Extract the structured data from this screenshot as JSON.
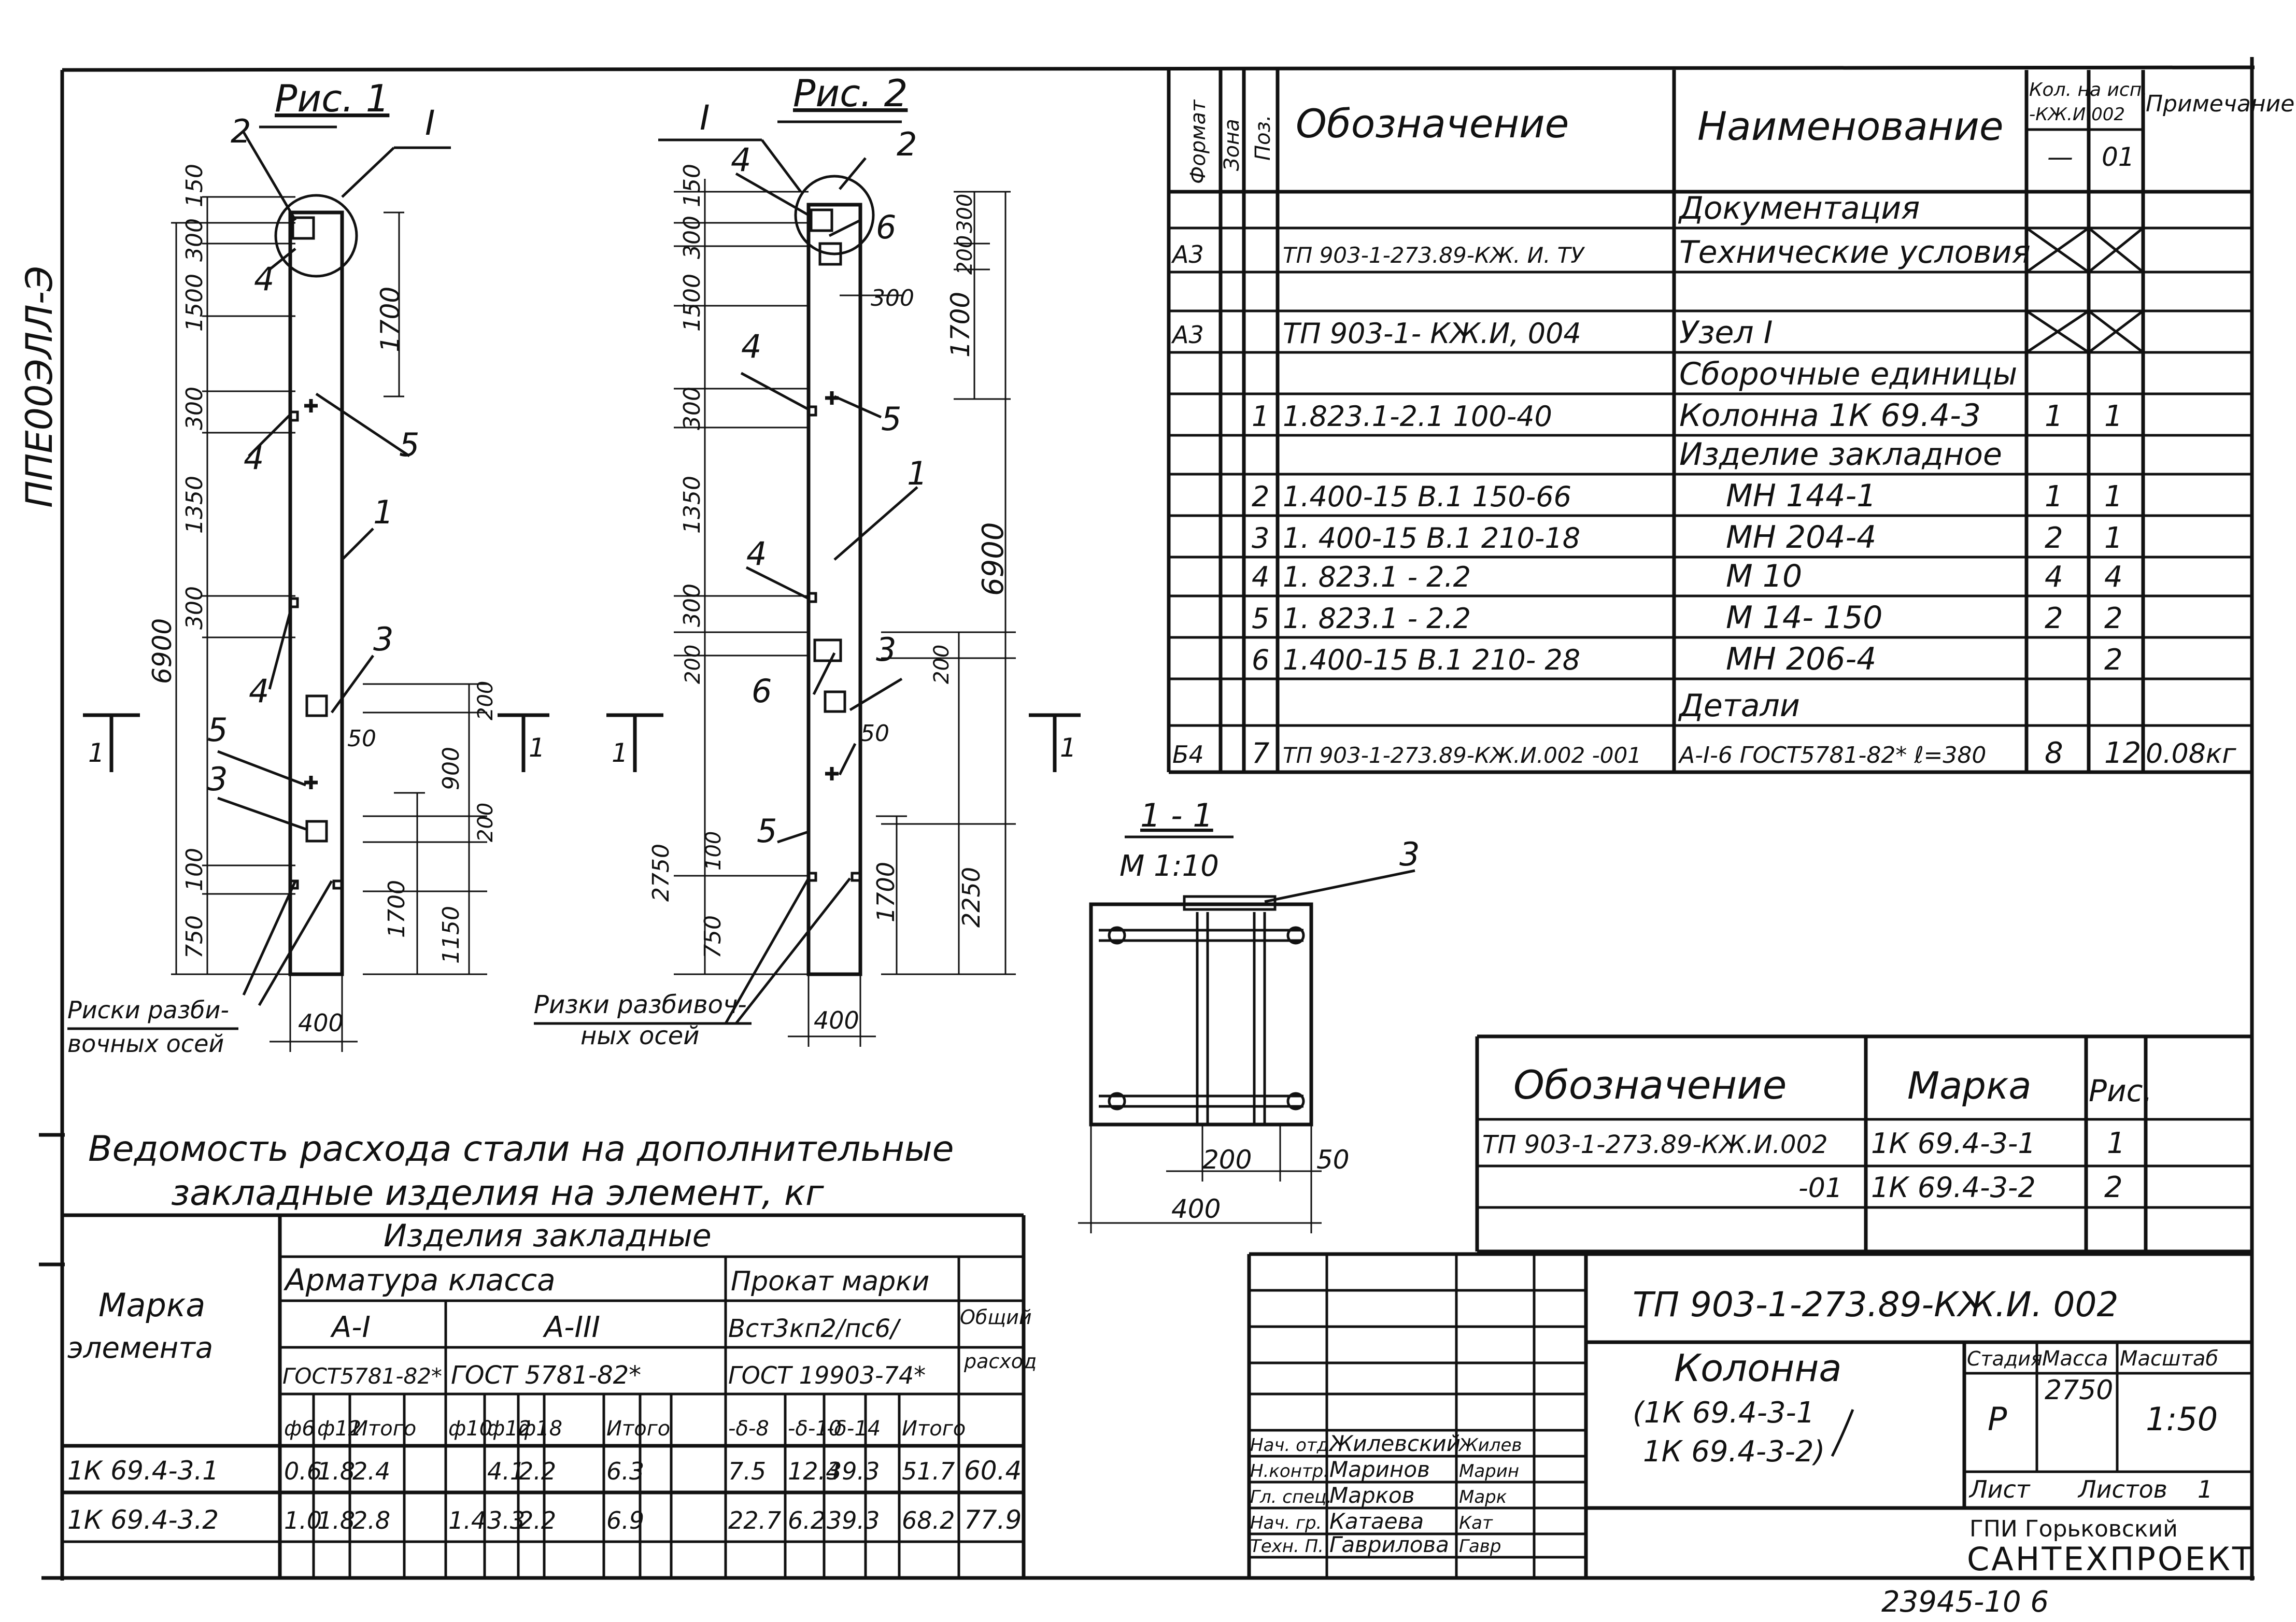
{
  "margin_note": "ППЕ00ЭЛЛ-Э",
  "figures": {
    "fig1": {
      "title": "Рис. 1",
      "node": "I",
      "overall": "6900",
      "left_dims": [
        "150",
        "300",
        "1500",
        "300",
        "1350",
        "300",
        "100",
        "750"
      ],
      "right_dims_top": [
        "1700"
      ],
      "right_dims_bottom": [
        "200",
        "900",
        "200",
        "1150",
        "1700"
      ],
      "width": "400",
      "small_dim": "50",
      "callouts": [
        "2",
        "4",
        "4",
        "5",
        "1",
        "4",
        "3",
        "5",
        "3"
      ],
      "risk_label": [
        "Риски разби-",
        "вочных осей"
      ]
    },
    "fig2": {
      "title": "Рис. 2",
      "node": "I",
      "overall_right": "6900",
      "left_dims": [
        "150",
        "300",
        "1500",
        "300",
        "1350",
        "300",
        "200",
        "2750",
        "100",
        "750"
      ],
      "right_dims_top": [
        "200",
        "300",
        "1700"
      ],
      "right_dims_bottom": [
        "200",
        "2250",
        "1700"
      ],
      "top_dim": "300",
      "width": "400",
      "small_dim": "50",
      "callouts": [
        "4",
        "2",
        "6",
        "4",
        "5",
        "1",
        "4",
        "6",
        "3",
        "5"
      ],
      "risk_label": [
        "Ризки разбивоч-",
        "ных осей"
      ]
    },
    "cut_marks": [
      "1",
      "1",
      "1",
      "1"
    ]
  },
  "section": {
    "title": "1 - 1",
    "scale": "М 1:10",
    "callout": "3",
    "dims": [
      "200",
      "50",
      "400"
    ]
  },
  "spec": {
    "headers": {
      "format": "Формат",
      "zone": "Зона",
      "pos": "Поз.",
      "designation": "Обозначение",
      "name": "Наименование",
      "qty": "Кол. на исп.",
      "qty_sub": "-КЖ.И.002",
      "qty_a": "—",
      "qty_b": "01",
      "note": "Примечание"
    },
    "rows": [
      {
        "format": "",
        "pos": "",
        "designation": "",
        "name": "Документация",
        "qa": "",
        "qb": "",
        "note": "",
        "kind": "section"
      },
      {
        "format": "А3",
        "pos": "",
        "designation": "ТП 903-1-273.89-КЖ. И. ТУ",
        "name": "Технические условия",
        "qa": "",
        "qb": "",
        "note": "",
        "kind": "crossed"
      },
      {
        "format": "",
        "pos": "",
        "designation": "",
        "name": "",
        "qa": "",
        "qb": "",
        "note": "",
        "kind": "empty"
      },
      {
        "format": "А3",
        "pos": "",
        "designation": "ТП 903-1-   КЖ.И, 004",
        "name": "Узел I",
        "qa": "",
        "qb": "",
        "note": "",
        "kind": "crossed"
      },
      {
        "format": "",
        "pos": "",
        "designation": "",
        "name": "Сборочные единицы",
        "qa": "",
        "qb": "",
        "note": "",
        "kind": "section"
      },
      {
        "format": "",
        "pos": "1",
        "designation": "1.823.1-2.1    100-40",
        "name": "Колонна 1К 69.4-3",
        "qa": "1",
        "qb": "1",
        "note": "",
        "kind": "item"
      },
      {
        "format": "",
        "pos": "",
        "designation": "",
        "name": "Изделие закладное",
        "qa": "",
        "qb": "",
        "note": "",
        "kind": "section"
      },
      {
        "format": "",
        "pos": "2",
        "designation": "1.400-15  В.1    150-66",
        "name": "МН 144-1",
        "qa": "1",
        "qb": "1",
        "note": "",
        "kind": "item"
      },
      {
        "format": "",
        "pos": "3",
        "designation": "1. 400-15  В.1   210-18",
        "name": "МН 204-4",
        "qa": "2",
        "qb": "1",
        "note": "",
        "kind": "item"
      },
      {
        "format": "",
        "pos": "4",
        "designation": "1. 823.1 - 2.2",
        "name": "М 10",
        "qa": "4",
        "qb": "4",
        "note": "",
        "kind": "item"
      },
      {
        "format": "",
        "pos": "5",
        "designation": "1. 823.1 - 2.2",
        "name": "М 14- 150",
        "qa": "2",
        "qb": "2",
        "note": "",
        "kind": "item"
      },
      {
        "format": "",
        "pos": "6",
        "designation": "1.400-15  В.1   210- 28",
        "name": "МН 206-4",
        "qa": "",
        "qb": "2",
        "note": "",
        "kind": "item"
      },
      {
        "format": "",
        "pos": "",
        "designation": "",
        "name": "Детали",
        "qa": "",
        "qb": "",
        "note": "",
        "kind": "section"
      },
      {
        "format": "Б4",
        "pos": "7",
        "designation": "ТП 903-1-273.89-КЖ.И.002 -001",
        "name": "А-I-6 ГОСТ5781-82* ℓ=380",
        "qa": "8",
        "qb": "12",
        "note": "0.08кг",
        "kind": "item"
      }
    ]
  },
  "marks": {
    "headers": {
      "designation": "Обозначение",
      "mark": "Марка",
      "fig": "Рис."
    },
    "rows": [
      {
        "designation": "ТП 903-1-273.89-КЖ.И.002",
        "mark": "1К 69.4-3-1",
        "fig": "1"
      },
      {
        "designation": "-01",
        "mark": "1К 69.4-3-2",
        "fig": "2"
      }
    ]
  },
  "steel": {
    "title_line1": "Ведомость расхода стали на дополнительные",
    "title_line2": "закладные изделия на элемент, кг",
    "h_mark": [
      "Марка",
      "элемента"
    ],
    "h_items": "Изделия закладные",
    "h_rebar": "Арматура  класса",
    "h_rolled": "Прокат марки",
    "h_class_a1": "А-I",
    "h_class_a3": "А-III",
    "h_steel": "Вст3кп2/пс6/",
    "h_gost1": "ГОСТ5781-82*",
    "h_gost2": "ГОСТ 5781-82*",
    "h_gost3": "ГОСТ 19903-74*",
    "h_total": [
      "Общий",
      "расход"
    ],
    "cols": [
      "ф6",
      "ф12",
      "Итого",
      "ф10",
      "ф12",
      "ф18",
      "",
      "Итого",
      "-δ-8",
      "-δ-10",
      "-δ-14",
      "Итого"
    ],
    "rows": [
      {
        "mark": "1К 69.4-3.1",
        "v": [
          "0.6",
          "1.8",
          "2.4",
          "",
          "4.1",
          "2.2",
          "",
          "6.3",
          "7.5",
          "12.4",
          "39.3",
          "51.7"
        ],
        "total": "60.4"
      },
      {
        "mark": "1К 69.4-3.2",
        "v": [
          "1.0",
          "1.8",
          "2.8",
          "1.4",
          "3.3",
          "2.2",
          "",
          "6.9",
          "22.7",
          "6.2",
          "39.3",
          "68.2"
        ],
        "total": "77.9"
      }
    ]
  },
  "title_block": {
    "code": "ТП 903-1-273.89-КЖ.И. 002",
    "name": "Колонна",
    "name_marks": [
      "(1К 69.4-3-1",
      "1К 69.4-3-2)"
    ],
    "stage_h": "Стадия",
    "mass_h": "Масса",
    "scale_h": "Масштаб",
    "stage": "Р",
    "mass": "2750",
    "scale": "1:50",
    "sheet_h": "Лист",
    "sheets_h": "Листов",
    "sheets": "1",
    "org1": "ГПИ  Горьковский",
    "org2": "САНТЕХПРОЕКТ",
    "people": [
      {
        "role": "Нач. отд.",
        "name": "Жилевский",
        "sign": "Жилев"
      },
      {
        "role": "Н.контр.",
        "name": "Маринов",
        "sign": "Марин"
      },
      {
        "role": "Гл. спец.",
        "name": "Марков",
        "sign": "Марк"
      },
      {
        "role": "Нач. гр.",
        "name": "Катаева",
        "sign": "Кат"
      },
      {
        "role": "Техн. П.",
        "name": "Гаврилова",
        "sign": "Гавр"
      }
    ]
  },
  "sheet_number": "23945-10  6"
}
